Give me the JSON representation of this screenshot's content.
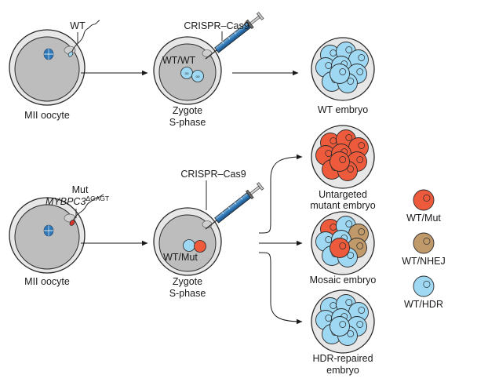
{
  "row1": {
    "sperm_label": "WT",
    "oocyte_label": "MII oocyte",
    "injection_label": "CRISPR–Cas9",
    "zygote_genotype": "WT/WT",
    "zygote_label": [
      "Zygote",
      "S-phase"
    ],
    "embryo_label": "WT embryo"
  },
  "row2": {
    "sperm_label": "Mut",
    "allele_name": "MYBPC3",
    "allele_superscript": "ΔGAGT",
    "oocyte_label": "MII oocyte",
    "injection_label": "CRISPR–Cas9",
    "zygote_genotype": "WT/Mut",
    "zygote_label": [
      "Zygote",
      "S-phase"
    ]
  },
  "outcomes": {
    "untargeted": [
      "Untargeted",
      "mutant embryo"
    ],
    "mosaic": "Mosaic embryo",
    "hdr": [
      "HDR-repaired",
      "embryo"
    ]
  },
  "legend": [
    {
      "label": "WT/Mut",
      "color": "#ee5a3c"
    },
    {
      "label": "WT/NHEJ",
      "color": "#c19a6b"
    },
    {
      "label": "WT/HDR",
      "color": "#9fd8f3"
    }
  ],
  "colors": {
    "oocyte_fill": "#bdbdbd",
    "zona_fill": "#e7e7e7",
    "wt_cell": "#9fd8f3",
    "mut_cell": "#ee5a3c",
    "nhej_cell": "#c19a6b",
    "syringe_blue": "#2f79b8",
    "spindle_blue": "#2f79b8",
    "mut_sperm_head": "#d9342b"
  }
}
